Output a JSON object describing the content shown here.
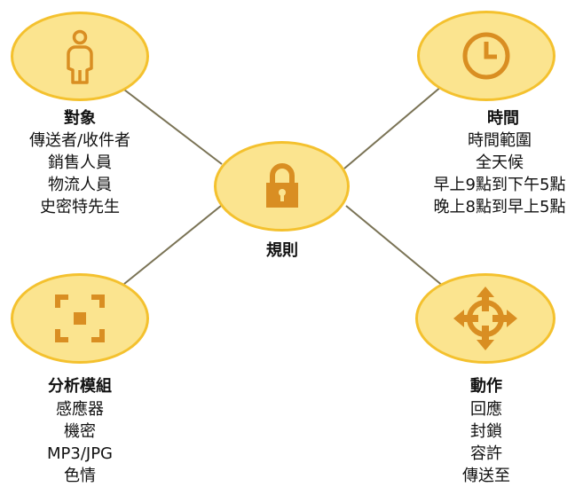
{
  "center": {
    "title": "規則",
    "icon": "padlock-icon"
  },
  "branches": {
    "subjects": {
      "title": "對象",
      "icon": "person-icon",
      "items": [
        "傳送者/收件者",
        "銷售人員",
        "物流人員",
        "史密特先生"
      ]
    },
    "time": {
      "title": "時間",
      "icon": "clock-icon",
      "items": [
        "時間範圍",
        "全天候",
        "早上9點到下午5點",
        "晚上8點到早上5點"
      ]
    },
    "analysis": {
      "title": "分析模組",
      "icon": "focus-frame-icon",
      "items": [
        "感應器",
        "機密",
        "MP3/JPG",
        "色情"
      ]
    },
    "actions": {
      "title": "動作",
      "icon": "move-arrows-icon",
      "items": [
        "回應",
        "封鎖",
        "容許",
        "傳送至"
      ]
    }
  },
  "colors": {
    "node_fill": "#fbe48f",
    "node_border": "#f4c12e",
    "icon": "#d98e22",
    "connector": "#7a7355"
  }
}
